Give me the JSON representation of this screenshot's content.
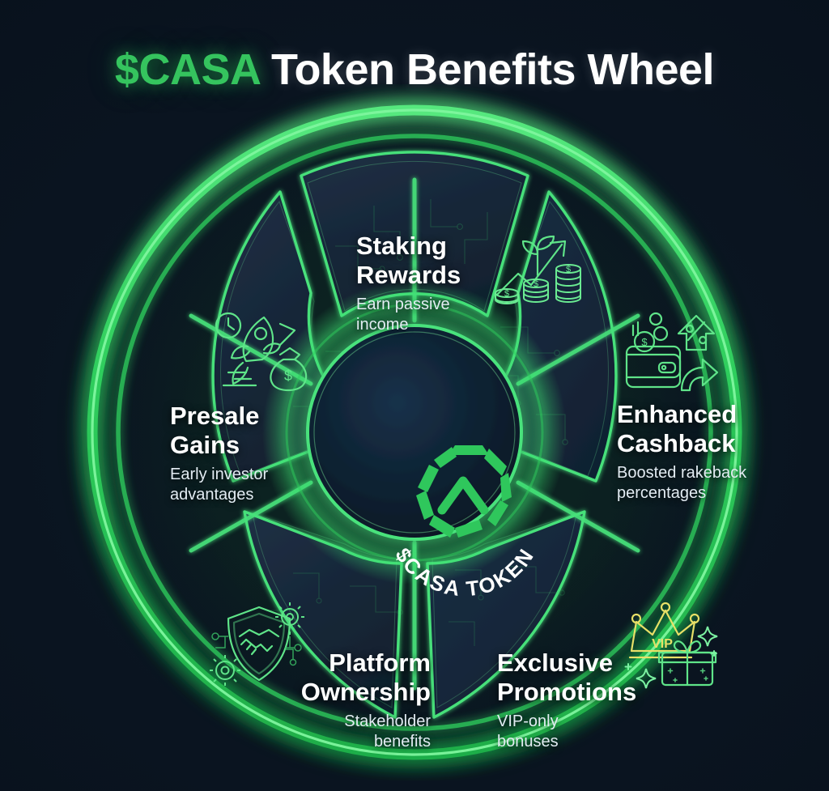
{
  "title": {
    "ticker": "$CASA",
    "rest": " Token Benefits Wheel",
    "full": "$CASA Token Benefits Wheel"
  },
  "colors": {
    "background": "#0a1420",
    "accent_green": "#35c45e",
    "ring_glow": "#3ddb6a",
    "panel_fill": "#1a2838",
    "text_primary": "#ffffff",
    "text_secondary": "#e3ecf3",
    "vip_gold": "#e8e067"
  },
  "hub": {
    "label": "$CASA TOKEN",
    "logo_icon": "casa-gem-logo-icon"
  },
  "wheel": {
    "segment_count": 6,
    "segments": [
      {
        "id": "staking",
        "title": "Staking Rewards",
        "title_lines": [
          "Staking",
          "Rewards"
        ],
        "subtitle": "Earn passive income",
        "subtitle_lines": [
          "Earn passive",
          "income"
        ],
        "icon": "growth-chart-coins-plant-icon",
        "position": "top"
      },
      {
        "id": "cashback",
        "title": "Enhanced Cashback",
        "title_lines": [
          "Enhanced",
          "Cashback"
        ],
        "subtitle": "Boosted rakeback percentages",
        "subtitle_lines": [
          "Boosted rakeback",
          "percentages"
        ],
        "icon": "wallet-percent-arrow-icon",
        "position": "right"
      },
      {
        "id": "promotions",
        "title": "Exclusive Promotions",
        "title_lines": [
          "Exclusive",
          "Promotions"
        ],
        "subtitle": "VIP-only bonuses",
        "subtitle_lines": [
          "VIP-only",
          "bonuses"
        ],
        "icon": "vip-crown-gift-icon",
        "icon_badge": "VIP",
        "position": "bottom-right"
      },
      {
        "id": "platform",
        "title": "Platform Ownership",
        "title_lines": [
          "Platform",
          "Ownership"
        ],
        "subtitle": "Stakeholder benefits",
        "subtitle_lines": [
          "Stakeholder",
          "benefits"
        ],
        "icon": "shield-handshake-gears-icon",
        "position": "bottom-left"
      },
      {
        "id": "presale",
        "title": "Presale Gains",
        "title_lines": [
          "Presale",
          "Gains"
        ],
        "subtitle": "Early investor advantages",
        "subtitle_lines": [
          "Early investor",
          "advantages"
        ],
        "icon": "rocket-clock-moneybag-icon",
        "position": "left"
      }
    ]
  }
}
